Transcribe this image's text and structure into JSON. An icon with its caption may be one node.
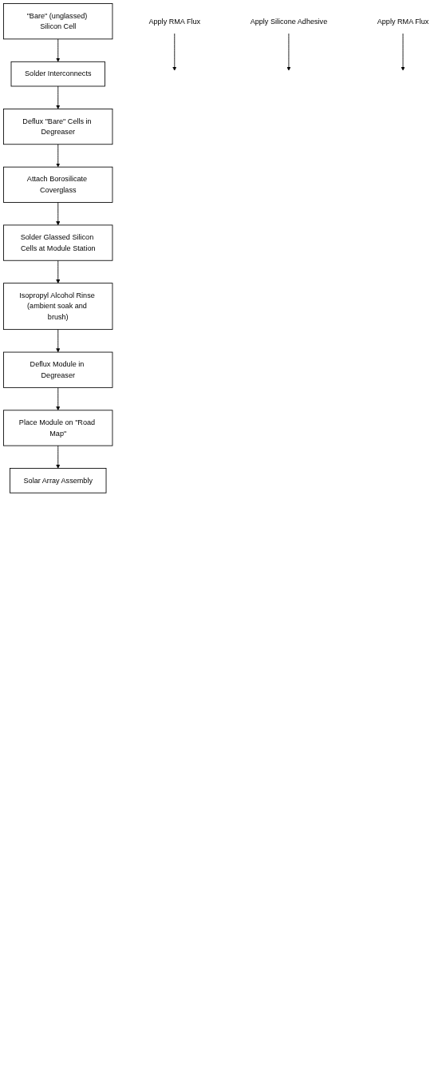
{
  "diagram": {
    "nodes": [
      {
        "text": [
          "\"Bare\" (unglassed) Silicon Cell"
        ]
      },
      {
        "text": [
          "Solder Interconnects"
        ]
      },
      {
        "text": [
          "Deflux \"Bare\" Cells in Degreaser"
        ]
      },
      {
        "text": [
          "Attach Borosilicate Coverglass"
        ]
      },
      {
        "text": [
          "Solder Glassed Silicon Cells at Module Station"
        ]
      },
      {
        "text": [
          "Isopropyl Alcohol Rinse (ambient soak and brush)"
        ]
      },
      {
        "text": [
          "Deflux Module in Degreaser"
        ]
      },
      {
        "text": [
          "Place Module on \"Road Map\""
        ]
      },
      {
        "text": [
          "Solar Array Assembly"
        ]
      },
      {
        "text": [
          "Apply RMA Flux"
        ]
      },
      {
        "text": [
          "Apply Silicone Adhesive"
        ]
      },
      {
        "text": [
          "Apply RMA Flux"
        ]
      }
    ],
    "edges": [
      {
        "from": 0,
        "to": 1,
        "arrow": "to"
      },
      {
        "from": 9,
        "to": null,
        "arrow": "to"
      },
      {
        "from": 1,
        "to": 2,
        "arrow": "to"
      },
      {
        "from": 2,
        "to": 3,
        "arrow": "to"
      },
      {
        "from": 10,
        "to": null,
        "arrow": "to"
      },
      {
        "from": 3,
        "to": 4,
        "arrow": "to"
      },
      {
        "from": 11,
        "to": null,
        "arrow": "to"
      },
      {
        "from": 4,
        "to": 5,
        "arrow": "to"
      },
      {
        "from": 5,
        "to": 6,
        "arrow": "to"
      },
      {
        "from": 6,
        "to": 7,
        "arrow": "to"
      },
      {
        "from": 7,
        "to": 8,
        "arrow": "to"
      }
    ]
  }
}
